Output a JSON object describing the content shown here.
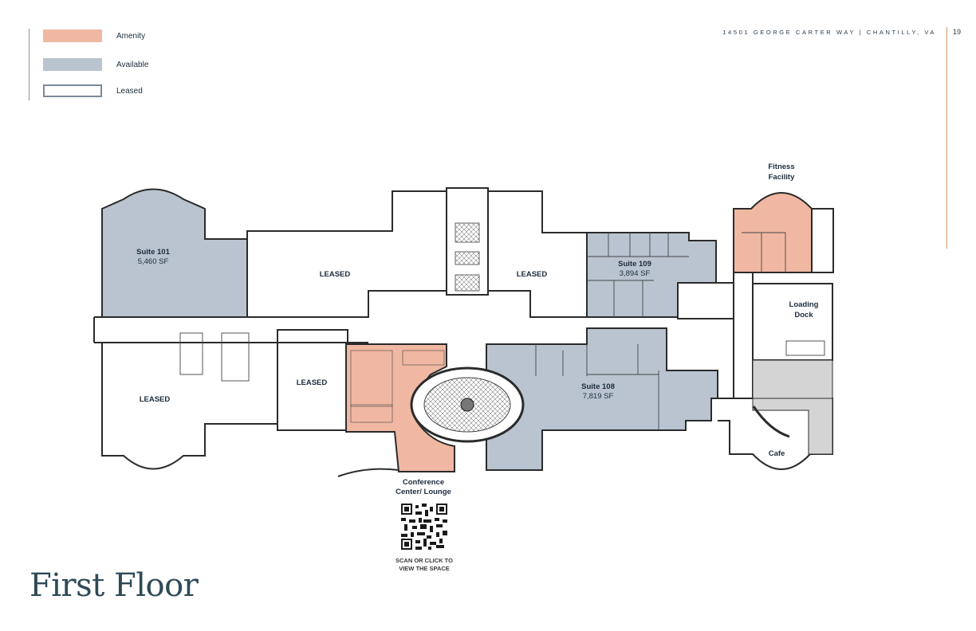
{
  "legend": [
    {
      "label": "Amenity",
      "color": "#f0b8a2"
    },
    {
      "label": "Available",
      "color": "#b9c4d0"
    },
    {
      "label": "Leased",
      "color": "#ffffff"
    }
  ],
  "header": {
    "address": "14501 GEORGE CARTER WAY | CHANTILLY, VA",
    "page_number": "19"
  },
  "title": "First Floor",
  "spaces": {
    "suite_101": {
      "name": "Suite 101",
      "area": "5,460 SF"
    },
    "suite_109": {
      "name": "Suite 109",
      "area": "3,894 SF"
    },
    "suite_108": {
      "name": "Suite 108",
      "area": "7,819 SF"
    },
    "leased_north_center": "LEASED",
    "leased_north_right": "LEASED",
    "leased_west": "LEASED",
    "leased_center": "LEASED",
    "fitness_line1": "Fitness",
    "fitness_line2": "Facility",
    "loading_line1": "Loading",
    "loading_line2": "Dock",
    "conference_line1": "Conference",
    "conference_line2": "Center/ Lounge",
    "cafe": "Cafe"
  },
  "qr": {
    "caption_line1": "SCAN OR CLICK TO",
    "caption_line2": "VIEW THE SPACE"
  },
  "colors": {
    "amenity": "#f0b8a2",
    "available": "#b9c4d0",
    "leased_border": "#7b8a99",
    "title": "#2e4a57",
    "accent_rule": "#d9925f"
  }
}
